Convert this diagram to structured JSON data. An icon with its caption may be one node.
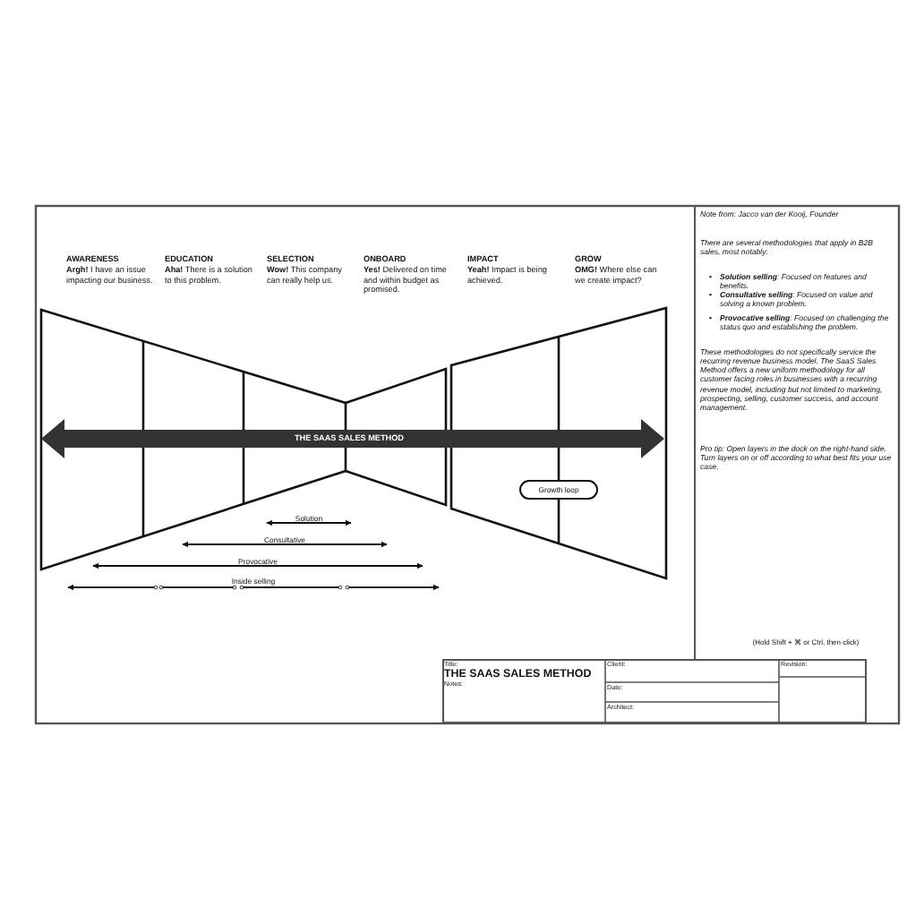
{
  "diagram": {
    "nodes": [
      {
        "text": [
          "Growth loop"
        ]
      }
    ],
    "labels": [
      "AWARENESS",
      "Argh! I have an issue impacting our business.",
      "EDUCATION",
      "Aha! There is a solution to this problem.",
      "SELECTION",
      "Wow! This company can really help us.",
      "ONBOARD",
      "Yes! Delivered on time and within budget as promised.",
      "IMPACT",
      "Yeah! Impact is being achieved.",
      "GROW",
      "OMG! Where else can we create impact?",
      "THE SAAS SALES METHOD",
      "Solution",
      "Consultative",
      "Provocative",
      "Inside selling",
      "Note from: Jacco van der Kooij, Founder",
      "There are several methodologies that apply in B2B sales, most notably:",
      "**Solution selling**: Focused on features and benefits.",
      "**Consultative selling**: Focused on value and solving a known problem.",
      "**Provocative selling**: Focused on challenging the status quo and establishing the problem.",
      "These methodologies do not specifically service the recurring revenue business model. The SaaS Sales Method offers a new uniform methodology for all customer facing roles in businesses with a recurring revenue model, including but not limited to marketing, prospecting, selling, customer success, and account management.",
      "Pro tip: Open layers in the dock on the right-hand side. Turn layers on or off according to what best fits your use case.",
      "(Hold Shift + ⌘ or Ctrl, then click)",
      "Title:",
      "THE SAAS SALES METHOD",
      "Notes:",
      "Client:",
      "Revision:",
      "Date:",
      "Architect:",
      "•",
      "•",
      "•"
    ]
  }
}
